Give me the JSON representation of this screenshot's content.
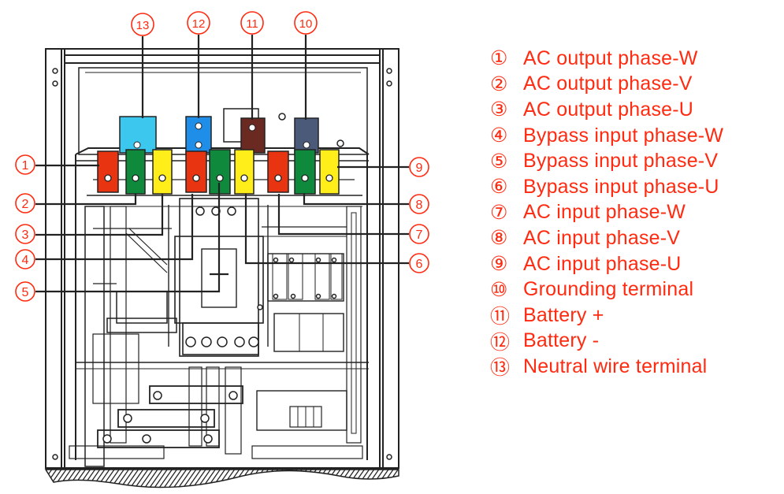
{
  "colors": {
    "callout": "#ff2a10",
    "line": "#222222",
    "terminal_red": "#e83410",
    "terminal_green": "#0f8a3c",
    "terminal_yellow": "#ffee1a",
    "terminal_blue": "#1e8ee8",
    "terminal_cyan": "#3cc8ee",
    "terminal_brown": "#6a2a22",
    "terminal_slate": "#4a5a78"
  },
  "callouts": {
    "c1": "1",
    "c2": "2",
    "c3": "3",
    "c4": "4",
    "c5": "5",
    "c6": "6",
    "c7": "7",
    "c8": "8",
    "c9": "9",
    "c10": "10",
    "c11": "11",
    "c12": "12",
    "c13": "13"
  },
  "legend": [
    {
      "num": "①",
      "text": "AC output phase-W"
    },
    {
      "num": "②",
      "text": "AC output phase-V"
    },
    {
      "num": "③",
      "text": "AC output phase-U"
    },
    {
      "num": "④",
      "text": "Bypass input phase-W"
    },
    {
      "num": "⑤",
      "text": "Bypass input phase-V"
    },
    {
      "num": "⑥",
      "text": "Bypass input phase-U"
    },
    {
      "num": "⑦",
      "text": "AC input phase-W"
    },
    {
      "num": "⑧",
      "text": "AC input phase-V"
    },
    {
      "num": "⑨",
      "text": "AC input phase-U"
    },
    {
      "num": "⑩",
      "text": "Grounding terminal"
    },
    {
      "num": "⑪",
      "text": "Battery +"
    },
    {
      "num": "⑫",
      "text": "Battery -"
    },
    {
      "num": "⑬",
      "text": "Neutral wire terminal"
    }
  ]
}
